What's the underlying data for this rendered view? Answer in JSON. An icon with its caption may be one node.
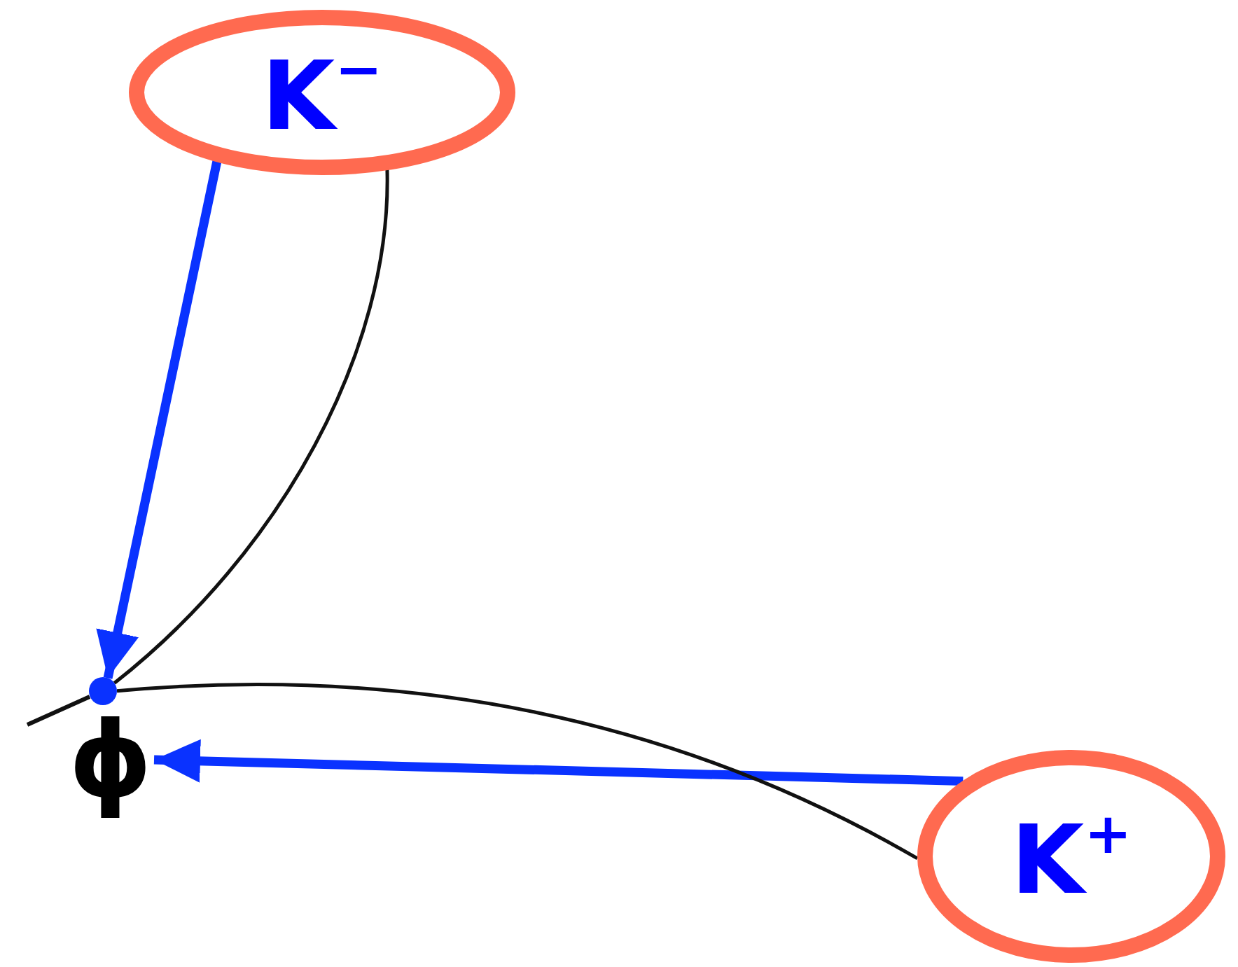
{
  "diagram": {
    "nodes": [
      {
        "text": [
          "K$^{−}$"
        ]
      },
      {
        "text": [],
        "shape": "circle"
      },
      {
        "text": [
          "ϕ"
        ]
      },
      {
        "text": [
          "K$^{+}$"
        ]
      }
    ],
    "edges": [
      {
        "from": 0,
        "to": 1,
        "arrow": "to",
        "style": "thick",
        "color": "#0a32ff"
      },
      {
        "from": 3,
        "to": 2,
        "arrow": "to",
        "style": "thick",
        "color": "#0a32ff"
      },
      {
        "from": 1,
        "to": 0,
        "arrow": "none",
        "color": "#111111"
      },
      {
        "from": 1,
        "to": 3,
        "arrow": "none",
        "color": "#111111"
      }
    ]
  }
}
